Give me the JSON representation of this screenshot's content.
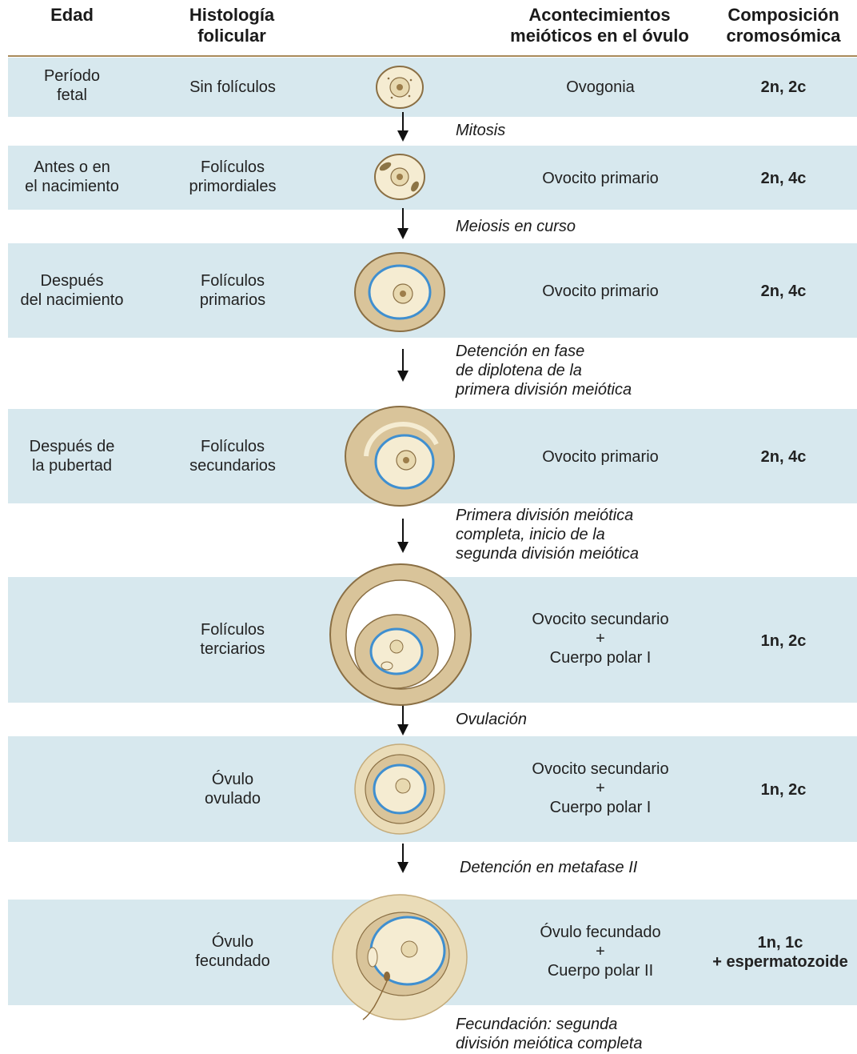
{
  "headers": {
    "age": "Edad",
    "histology_line1": "Histología",
    "histology_line2": "folicular",
    "events_line1": "Acontecimientos",
    "events_line2": "meióticos en el óvulo",
    "chromosome_line1": "Composición",
    "chromosome_line2": "cromosómica"
  },
  "rows": [
    {
      "age1": "Período",
      "age2": "fetal",
      "hist1": "Sin folículos",
      "hist2": "",
      "cell1": "Ovogonia",
      "cell2": "",
      "cell3": "",
      "chrom1": "2n, 2c",
      "chrom2": ""
    },
    {
      "age1": "Antes o en",
      "age2": "el nacimiento",
      "hist1": "Folículos",
      "hist2": "primordiales",
      "cell1": "Ovocito primario",
      "cell2": "",
      "cell3": "",
      "chrom1": "2n, 4c",
      "chrom2": ""
    },
    {
      "age1": "Después",
      "age2": "del nacimiento",
      "hist1": "Folículos",
      "hist2": "primarios",
      "cell1": "Ovocito primario",
      "cell2": "",
      "cell3": "",
      "chrom1": "2n, 4c",
      "chrom2": ""
    },
    {
      "age1": "Después de",
      "age2": "la pubertad",
      "hist1": "Folículos",
      "hist2": "secundarios",
      "cell1": "Ovocito primario",
      "cell2": "",
      "cell3": "",
      "chrom1": "2n, 4c",
      "chrom2": ""
    },
    {
      "age1": "",
      "age2": "",
      "hist1": "Folículos",
      "hist2": "terciarios",
      "cell1": "Ovocito secundario",
      "cell2": "+",
      "cell3": "Cuerpo polar I",
      "chrom1": "1n, 2c",
      "chrom2": ""
    },
    {
      "age1": "",
      "age2": "",
      "hist1": "Óvulo",
      "hist2": "ovulado",
      "cell1": "Ovocito secundario",
      "cell2": "+",
      "cell3": "Cuerpo polar I",
      "chrom1": "1n, 2c",
      "chrom2": ""
    },
    {
      "age1": "",
      "age2": "",
      "hist1": "Óvulo",
      "hist2": "fecundado",
      "cell1": "Óvulo fecundado",
      "cell2": "+",
      "cell3": "Cuerpo polar II",
      "chrom1": "1n, 1c",
      "chrom2": "+ espermatozoide"
    }
  ],
  "events": [
    "Mitosis",
    "Meiosis en curso",
    "Detención en fase\nde diplotena de la\nprimera división meiótica",
    "Primera división meiótica\ncompleta, inicio de la\nsegunda división meiótica",
    "Ovulación",
    "Detención en metafase II",
    "Fecundación: segunda\ndivisión meiótica completa"
  ],
  "colors": {
    "band": "#d7e8ee",
    "cytoplasm": "#f5ecd2",
    "follicle_cell": "#d9c49a",
    "cell_outline": "#8a6f44",
    "zona_pellucida": "#3f8fd0",
    "header_rule": "#a88a5a"
  }
}
